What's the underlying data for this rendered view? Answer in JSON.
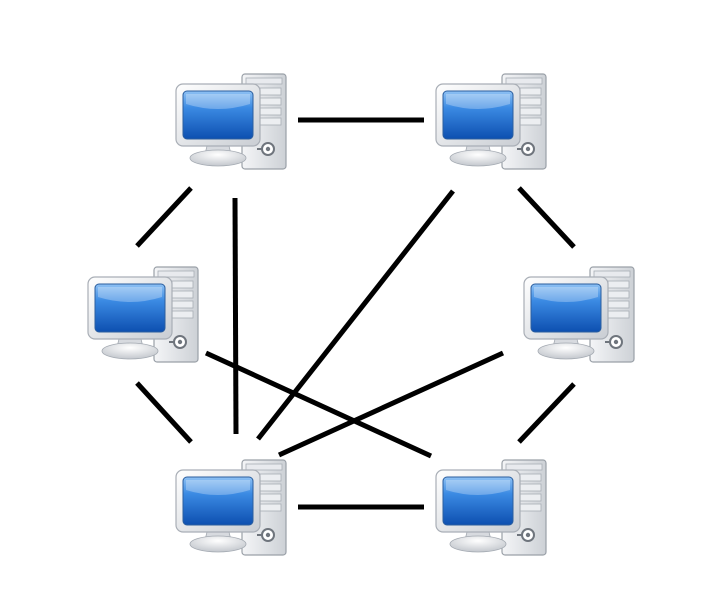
{
  "diagram": {
    "type": "network-topology",
    "node_icon": "desktop-computer-icon",
    "nodes": [
      {
        "id": "top-left"
      },
      {
        "id": "top-right"
      },
      {
        "id": "middle-left"
      },
      {
        "id": "middle-right"
      },
      {
        "id": "bottom-left"
      },
      {
        "id": "bottom-right"
      }
    ],
    "links": [
      {
        "from": "top-left",
        "to": "top-right"
      },
      {
        "from": "top-left",
        "to": "middle-left"
      },
      {
        "from": "top-left",
        "to": "bottom-left"
      },
      {
        "from": "top-right",
        "to": "middle-right"
      },
      {
        "from": "top-right",
        "to": "bottom-left"
      },
      {
        "from": "middle-left",
        "to": "bottom-left"
      },
      {
        "from": "middle-left",
        "to": "bottom-right"
      },
      {
        "from": "middle-right",
        "to": "bottom-left"
      },
      {
        "from": "middle-right",
        "to": "bottom-right"
      },
      {
        "from": "bottom-left",
        "to": "bottom-right"
      }
    ],
    "colors": {
      "link": "#000000",
      "screen": "#1f6fd0",
      "screen_highlight": "#9cc8f5",
      "case": "#e4e6ea",
      "case_edge": "#9aa0a8",
      "background": "#ffffff"
    }
  }
}
